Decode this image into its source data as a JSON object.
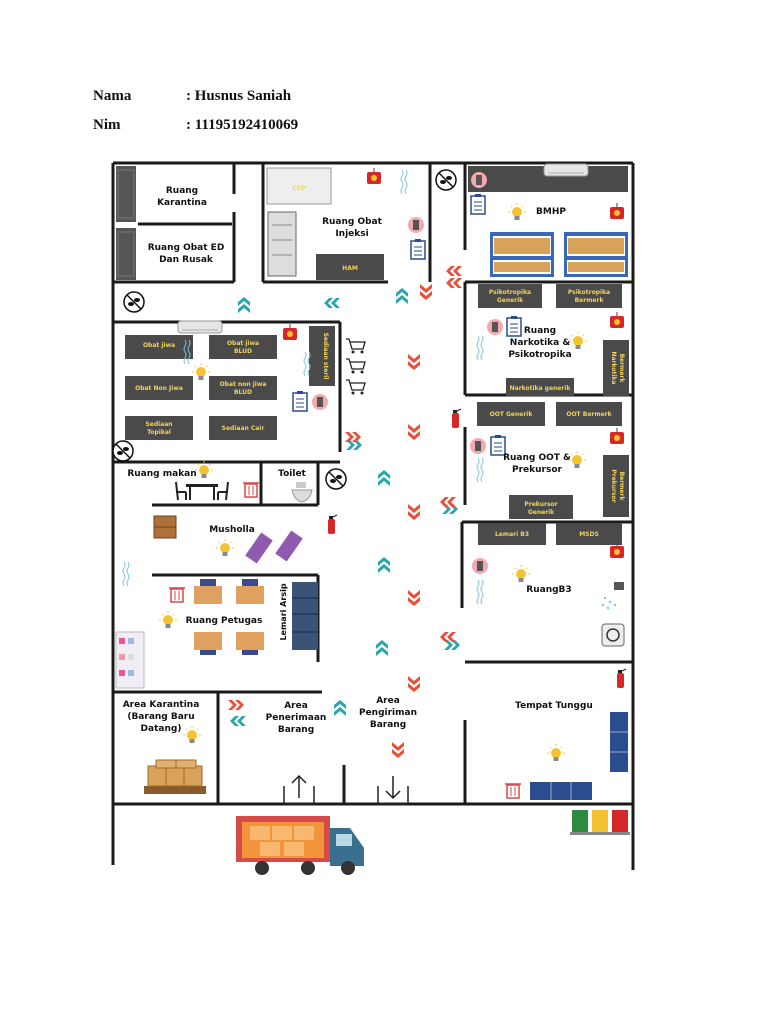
{
  "header": {
    "nama_label": "Nama",
    "nama_value": ": Husnus Saniah",
    "nim_label": "Nim",
    "nim_value": ": 11195192410069"
  },
  "rooms": {
    "karantina": [
      "Ruang",
      "Karantina"
    ],
    "obat_ed": [
      "Ruang Obat ED",
      "Dan Rusak"
    ],
    "obat_injeksi": [
      "Ruang Obat",
      "Injeksi"
    ],
    "bmhp": "BMHP",
    "narkotika": [
      "Ruang",
      "Narkotika &",
      "Psikotropika"
    ],
    "oot": [
      "Ruang OOT &",
      "Prekursor"
    ],
    "b3": "RuangB3",
    "ruang_makan": "Ruang makan",
    "toilet": "Toilet",
    "musholla": "Musholla",
    "petugas": "Ruang Petugas",
    "area_karantina": [
      "Area Karantina",
      "(Barang Baru",
      "Datang)"
    ],
    "penerimaan": [
      "Area",
      "Penerimaan",
      "Barang"
    ],
    "pengiriman": [
      "Area",
      "Pengiriman",
      "Barang"
    ],
    "tunggu": "Tempat Tunggu",
    "lemari_arsip": "Lemari Arsip"
  },
  "cabinets": {
    "ccp": "CCP",
    "ham": "HAM",
    "obat_jiwa": "Obat jiwa",
    "obat_jiwa_blud": [
      "Obat jiwa",
      "BLUD"
    ],
    "obat_non_jiwa": "Obat Non Jiwa",
    "obat_non_jiwa_blud": [
      "Obat non jiwa",
      "BLUD"
    ],
    "topikal": [
      "Sediaan",
      "Topikal"
    ],
    "cair": "Sediaan Cair",
    "steril": "Sediaan steril",
    "psiko_generik": [
      "Psikotropika",
      "Generik"
    ],
    "psiko_bermerk": [
      "Psikotropika",
      "Bermerk"
    ],
    "narko_bermerk": [
      "Narkotika",
      "Bermerk"
    ],
    "narko_generik": "Narkotika generik",
    "oot_generik": "OOT Generik",
    "oot_bermerk": "OOT Bermerk",
    "prekursor_bermerk": [
      "Prekursor",
      "Bermerk"
    ],
    "prekursor_generik": [
      "Prekursor",
      "Generik"
    ],
    "lemari_b3": "Lemari B3",
    "msds": "MSDS"
  },
  "colors": {
    "wall": "#1a1a1a",
    "cabinet": "#4a4a4a",
    "cabinet_text": "#f2d35a",
    "arrow_teal": "#2aa6b0",
    "arrow_red": "#e8503a",
    "bulb": "#f4c430",
    "extinguisher": "#d62828",
    "shelf_blue": "#3a68b8",
    "box": "#d9a25a",
    "truck": "#3a6f8f"
  }
}
